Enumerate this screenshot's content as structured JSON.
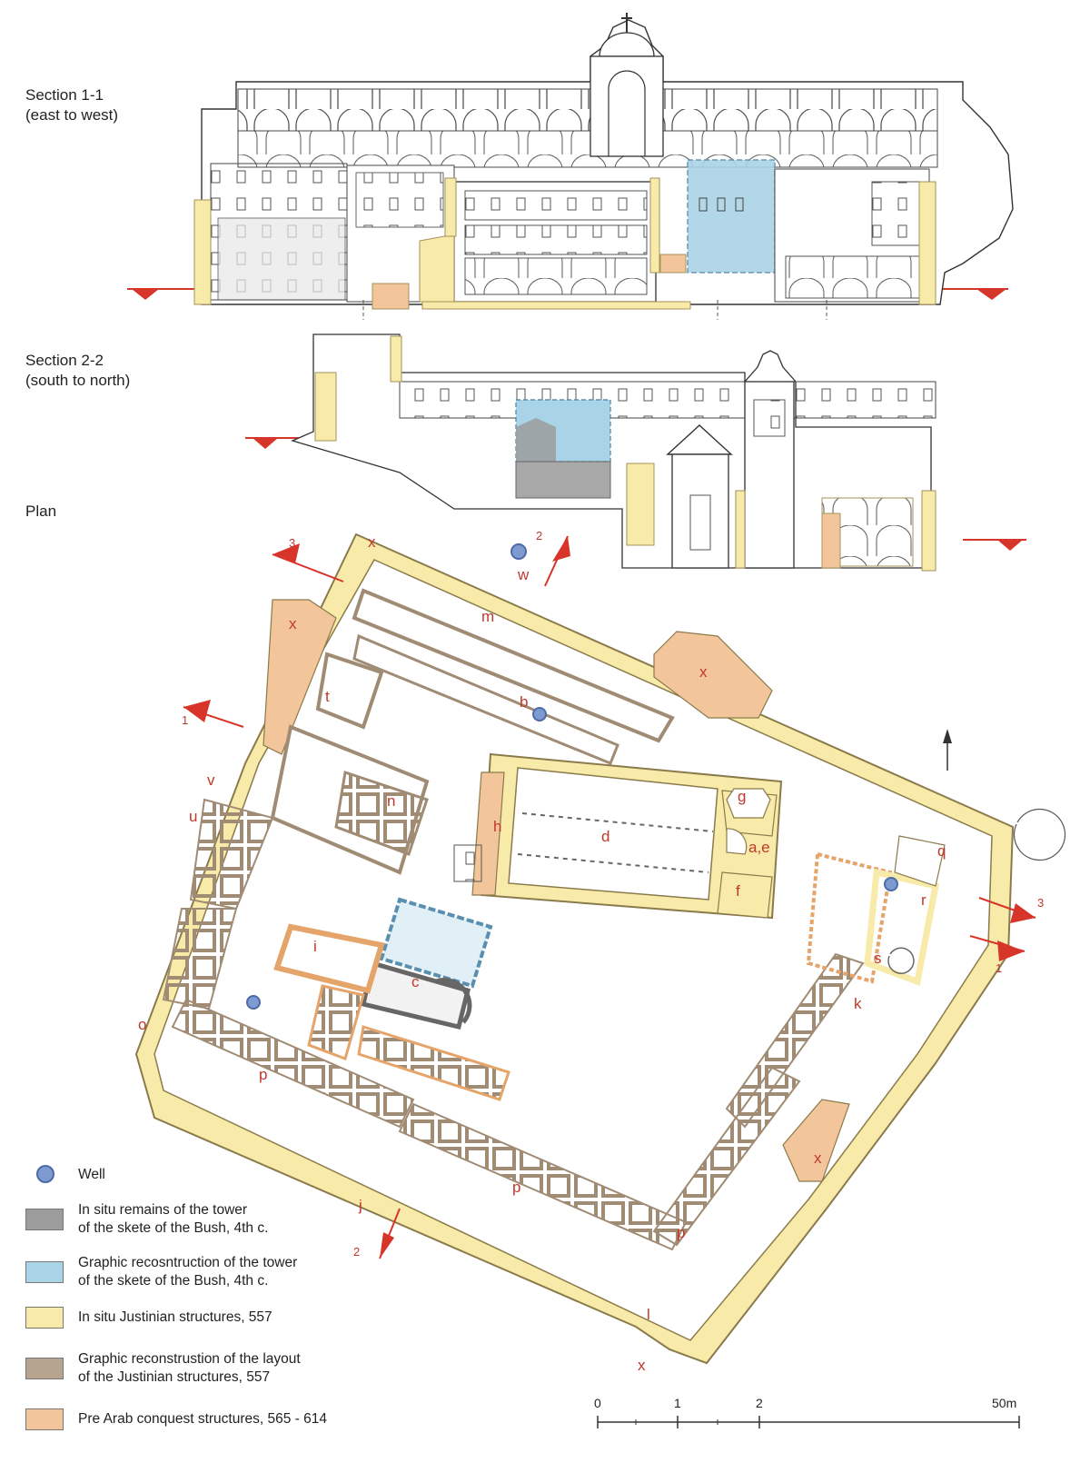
{
  "sections": [
    {
      "label_line1": "Section 1-1",
      "label_line2": "(east to west)"
    },
    {
      "label_line1": "Section 2-2",
      "label_line2": "(south to north)"
    }
  ],
  "plan_label": "Plan",
  "room_letters": [
    "x",
    "x",
    "x",
    "x",
    "x",
    "w",
    "m",
    "b",
    "t",
    "v",
    "u",
    "n",
    "h",
    "d",
    "g",
    "a,e",
    "f",
    "q",
    "r",
    "s",
    "k",
    "i",
    "c",
    "o",
    "p",
    "p",
    "p",
    "j",
    "l"
  ],
  "section_markers": [
    "1",
    "1",
    "2",
    "2",
    "3",
    "3"
  ],
  "north_arrow": "north-arrow-icon",
  "legend": [
    {
      "type": "well",
      "label_line1": "Well",
      "label_line2": ""
    },
    {
      "type": "swatch",
      "color": "#9c9c9c",
      "label_line1": "In situ remains of the tower",
      "label_line2": "of the skete of the Bush, 4th c."
    },
    {
      "type": "swatch",
      "color": "#a9d3e6",
      "label_line1": "Graphic recosntruction of the tower",
      "label_line2": "of the skete of the Bush, 4th c."
    },
    {
      "type": "swatch",
      "color": "#f8eaa8",
      "label_line1": "In situ Justinian structures, 557",
      "label_line2": ""
    },
    {
      "type": "swatch",
      "color": "#b7a48e",
      "label_line1": "Graphic reconstrustion of the layout",
      "label_line2": "of the Justinian structures, 557"
    },
    {
      "type": "swatch",
      "color": "#f2c59a",
      "label_line1": "Pre Arab conquest structures, 565 - 614",
      "label_line2": ""
    }
  ],
  "scale": {
    "ticks": [
      "0",
      "1",
      "2",
      "50m"
    ]
  },
  "colors": {
    "justinian": "#f8eaa8",
    "reconstruction": "#b7a48e",
    "pre_arab": "#f2c59a",
    "tower_reconstruction": "#a9d3e6",
    "tower_in_situ": "#9c9c9c",
    "marker_red": "#d8352a",
    "letter_red": "#c0392b",
    "well_blue": "#7d9bd1"
  }
}
